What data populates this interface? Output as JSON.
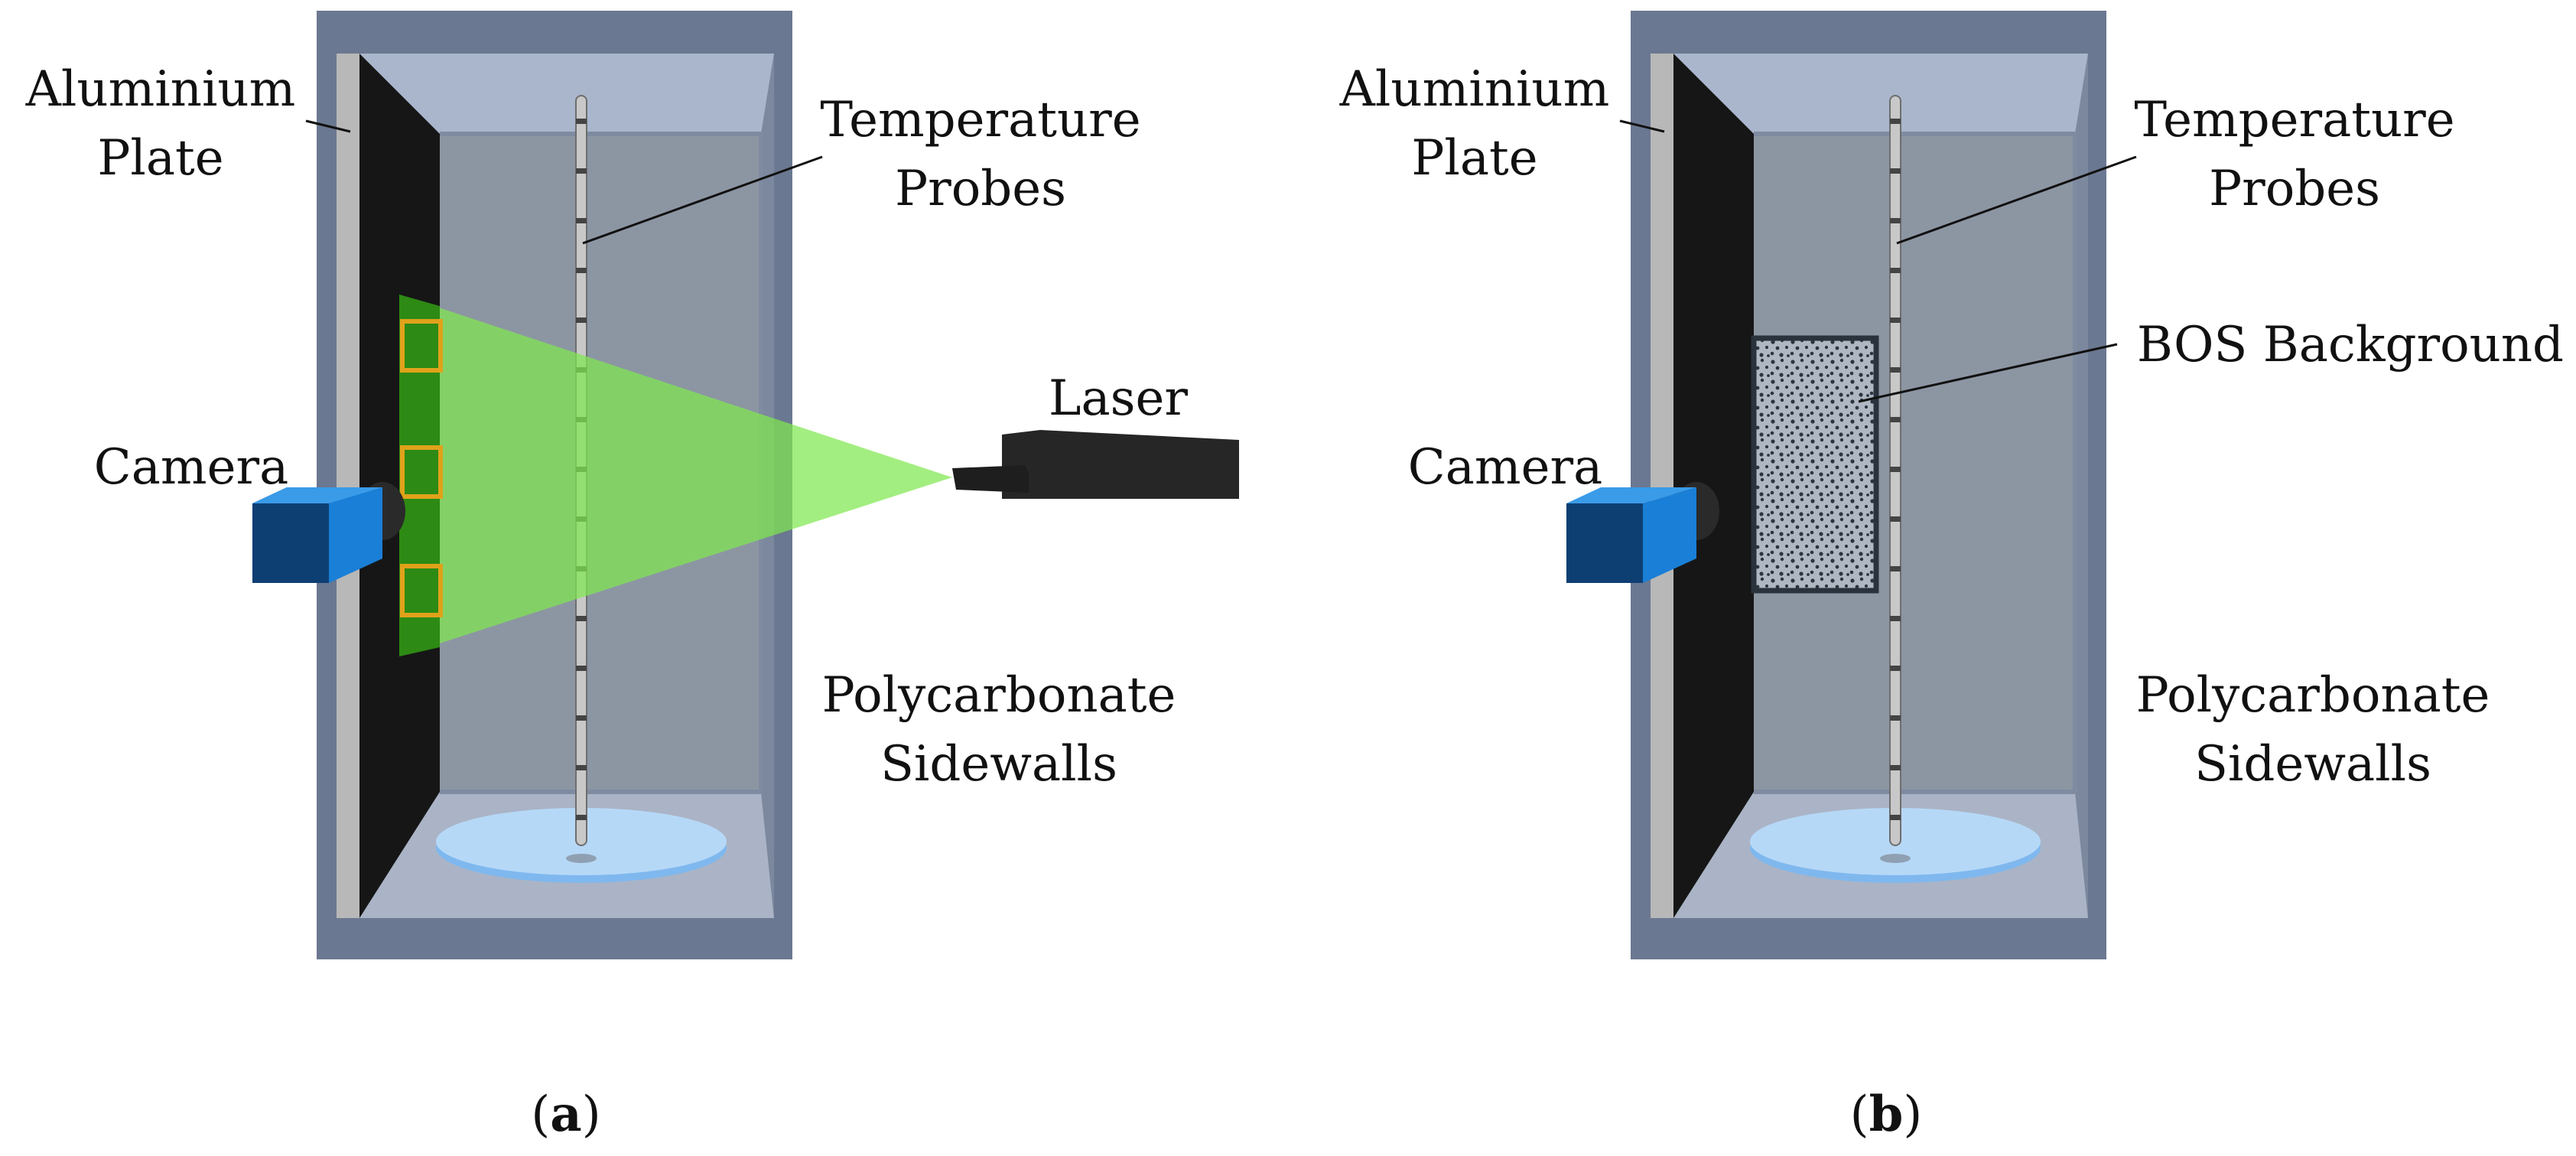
{
  "panels": [
    {
      "id": "a",
      "caption_letter": "a",
      "labels": {
        "aluminium_line1": "Aluminium",
        "aluminium_line2": "Plate",
        "probes_line1": "Temperature",
        "probes_line2": "Probes",
        "camera": "Camera",
        "laser": "Laser",
        "sidewalls_line1": "Polycarbonate",
        "sidewalls_line2": "Sidewalls"
      }
    },
    {
      "id": "b",
      "caption_letter": "b",
      "labels": {
        "aluminium_line1": "Aluminium",
        "aluminium_line2": "Plate",
        "probes_line1": "Temperature",
        "probes_line2": "Probes",
        "bos": "BOS Background",
        "camera": "Camera",
        "sidewalls_line1": "Polycarbonate",
        "sidewalls_line2": "Sidewalls"
      }
    }
  ],
  "colors": {
    "frame": "#6b7891",
    "frame_light": "#a9b6cc",
    "interior": "#8c96a3",
    "plate_black": "#161616",
    "plate_edge": "#b8b8b8",
    "laser_sheet": "#7fe84f",
    "fov_box": "#e0a21a",
    "camera_blue": "#1a7fd6",
    "camera_dark": "#0e3f73",
    "laser_body": "#262626",
    "water_pool": "#b6d8f7",
    "probe": "#c8c8c8"
  }
}
